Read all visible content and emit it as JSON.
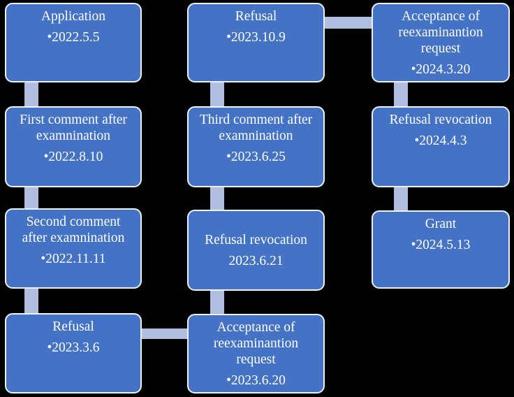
{
  "colors": {
    "background": "#000000",
    "node_fill": "#4472C4",
    "node_border": "#EDF1F8",
    "connector": "#B1BEE0",
    "text": "#FFFFFF"
  },
  "nodes": [
    {
      "id": "application",
      "title": "Application",
      "bullet": "•",
      "date": "2022.5.5"
    },
    {
      "id": "first-comment",
      "title": "First comment after\nexamnination",
      "bullet": "•",
      "date": "2022.8.10"
    },
    {
      "id": "second-comment",
      "title": "Second comment\nafter examnination",
      "bullet": "•",
      "date": "2022.11.11"
    },
    {
      "id": "refusal-1",
      "title": "Refusal",
      "bullet": "•",
      "date": "2023.3.6"
    },
    {
      "id": "acceptance-request-1",
      "title": "Acceptance of\nreexaminantion\nrequest",
      "bullet": "•",
      "date": "2023.6.20"
    },
    {
      "id": "refusal-revocation-1",
      "title": "Refusal revocation",
      "bullet": "",
      "date": "2023.6.21"
    },
    {
      "id": "third-comment",
      "title": "Third comment after\nexamnination",
      "bullet": "•",
      "date": "2023.6.25"
    },
    {
      "id": "refusal-2",
      "title": "Refusal",
      "bullet": "•",
      "date": "2023.10.9"
    },
    {
      "id": "acceptance-request-2",
      "title": "Acceptance of\nreexaminantion\nrequest",
      "bullet": "•",
      "date": "2024.3.20"
    },
    {
      "id": "refusal-revocation-2",
      "title": "Refusal revocation",
      "bullet": "•",
      "date": "2024.4.3"
    },
    {
      "id": "grant",
      "title": "Grant",
      "bullet": "•",
      "date": "2024.5.13"
    }
  ]
}
